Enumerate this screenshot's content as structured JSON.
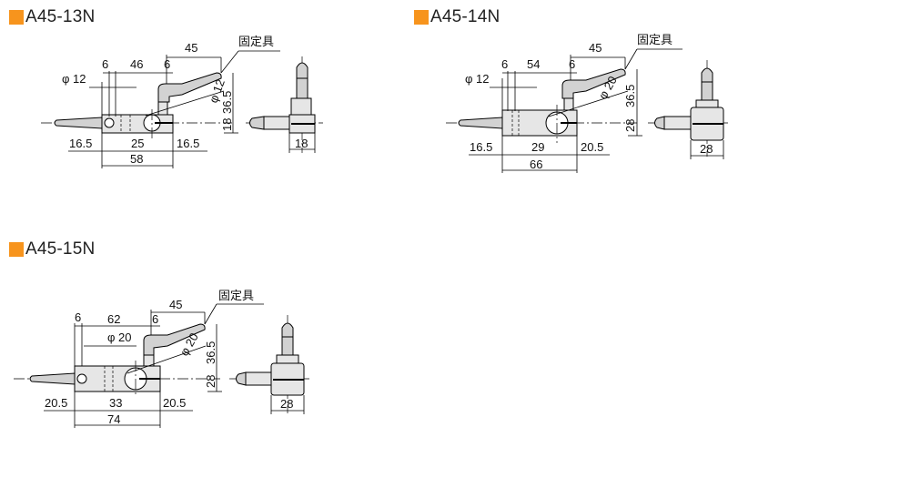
{
  "accent_color": "#f7941d",
  "models": {
    "a13": {
      "title": "A45-13N",
      "fixture_label": "固定具",
      "dims": {
        "d6a": "6",
        "d46": "46",
        "d6b": "6",
        "d45": "45",
        "phi12": "φ 12",
        "phi12b": "φ 12",
        "d365": "36.5",
        "d18v": "18",
        "d165a": "16.5",
        "d25": "25",
        "d165b": "16.5",
        "d58": "58",
        "d18h": "18"
      }
    },
    "a14": {
      "title": "A45-14N",
      "fixture_label": "固定具",
      "dims": {
        "d6a": "6",
        "d54": "54",
        "d6b": "6",
        "d45": "45",
        "phi12": "φ 12",
        "phi20": "φ 20",
        "d365": "36.5",
        "d28v": "28",
        "d165": "16.5",
        "d29": "29",
        "d205": "20.5",
        "d66": "66",
        "d28h": "28"
      }
    },
    "a15": {
      "title": "A45-15N",
      "fixture_label": "固定具",
      "dims": {
        "d6a": "6",
        "d62": "62",
        "d6b": "6",
        "d45": "45",
        "phi20a": "φ 20",
        "phi20b": "φ 20",
        "d365": "36.5",
        "d28v": "28",
        "d205a": "20.5",
        "d33": "33",
        "d205b": "20.5",
        "d74": "74",
        "d28h": "28"
      }
    }
  }
}
